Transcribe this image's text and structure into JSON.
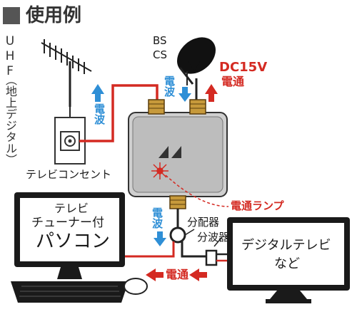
{
  "header": {
    "title": "使用例"
  },
  "antenna_uhf": {
    "label_latin": "UHF",
    "label_paren": "（地上デジタル）"
  },
  "satellite": {
    "label_bs": "BS",
    "label_cs": "CS"
  },
  "signals": {
    "dc_voltage": "DC15V",
    "power_label": "電通",
    "radio_wave": "電波"
  },
  "wall_outlet": {
    "label": "テレビコンセント"
  },
  "booster": {
    "lamp_label": "電通ランプ"
  },
  "splitter": {
    "label": "分配器"
  },
  "branch": {
    "label": "分波器"
  },
  "pc": {
    "line1": "テレビ",
    "line2": "チューナー付",
    "line3": "パソコン"
  },
  "tv": {
    "line1": "デジタルテレビ",
    "line2": "など"
  },
  "colors": {
    "accent_red": "#d42a22",
    "accent_blue": "#2f8fd6"
  }
}
